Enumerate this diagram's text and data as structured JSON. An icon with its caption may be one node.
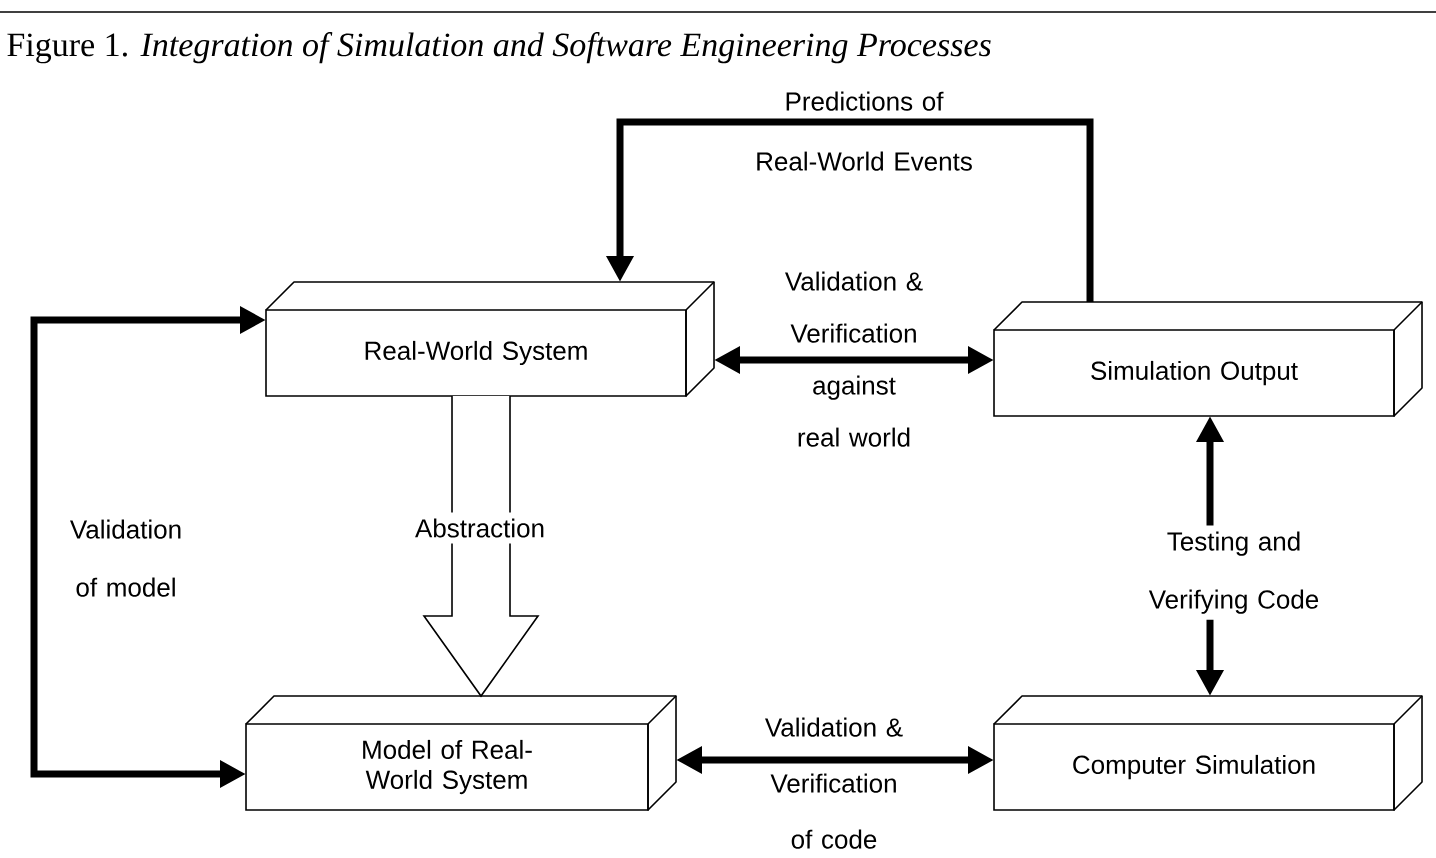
{
  "diagram": {
    "title": "Figure 1. *Integration of Simulation and Software Engineering Processes*",
    "nodes": [
      {
        "text": [
          "Real-World System"
        ]
      },
      {
        "text": [
          "Simulation Output"
        ]
      },
      {
        "text": [
          "Model of Real-World System"
        ]
      },
      {
        "text": [
          "Computer Simulation"
        ]
      }
    ],
    "edges": [
      {
        "from": 1,
        "to": 0,
        "arrow": "to",
        "label": "Predictions of Real-World Events"
      },
      {
        "from": 0,
        "to": 1,
        "arrow": "both",
        "label": "Validation & Verification against real world"
      },
      {
        "from": 0,
        "to": 2,
        "arrow": "to",
        "label": "Abstraction"
      },
      {
        "from": 2,
        "to": 0,
        "arrow": "both",
        "label": "Validation of model"
      },
      {
        "from": 3,
        "to": 1,
        "arrow": "both",
        "label": "Testing and Verifying Code"
      },
      {
        "from": 2,
        "to": 3,
        "arrow": "both",
        "label": "Validation & Verification of code"
      }
    ]
  }
}
